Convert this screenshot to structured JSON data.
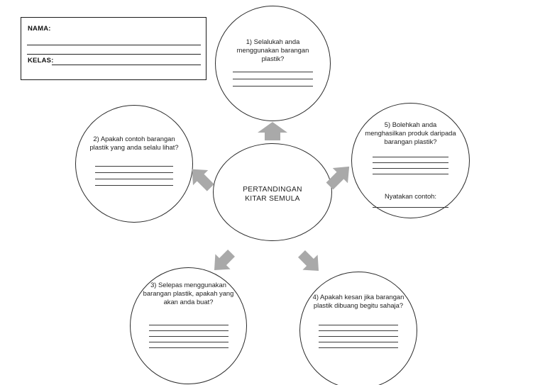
{
  "header_box": {
    "name_label": "NAMA:",
    "class_label": "KELAS:",
    "name_lines": 2,
    "class_lines": 1
  },
  "center": {
    "title_line1": "PERTANDINGAN",
    "title_line2": "KITAR SEMULA"
  },
  "nodes": [
    {
      "id": "q1",
      "position": "top",
      "question": "1) Selalukah anda menggunakan barangan plastik?",
      "answer_lines": 3
    },
    {
      "id": "q2",
      "position": "left",
      "question": "2) Apakah contoh barangan plastik yang anda selalu lihat?",
      "answer_lines": 4
    },
    {
      "id": "q3",
      "position": "bottom-left",
      "question": "3) Selepas menggunakan barangan plastik, apakah yang akan anda buat?",
      "answer_lines": 5
    },
    {
      "id": "q4",
      "position": "bottom-right",
      "question": "4) Apakah kesan jika barangan plastik dibuang begitu sahaja?",
      "answer_lines": 5
    },
    {
      "id": "q5",
      "position": "right",
      "question": "5) Bolehkah anda menghasilkan produk daripada barangan plastik?",
      "answer_lines": 4,
      "sub_note": "Nyatakan contoh:",
      "sub_answer_lines": 1
    }
  ],
  "arrows": [
    {
      "name": "arrow-up",
      "direction": "up",
      "points_to": "q1"
    },
    {
      "name": "arrow-upleft",
      "direction": "up-left",
      "points_to": "q2"
    },
    {
      "name": "arrow-upright",
      "direction": "up-right",
      "points_to": "q5"
    },
    {
      "name": "arrow-downleft",
      "direction": "down-left",
      "points_to": "q3"
    },
    {
      "name": "arrow-downright",
      "direction": "down-right",
      "points_to": "q4"
    }
  ],
  "colors": {
    "arrow_fill": "#a9a9a9",
    "outline": "#2b2b2b",
    "text": "#1d1d1d",
    "background": "#ffffff"
  }
}
